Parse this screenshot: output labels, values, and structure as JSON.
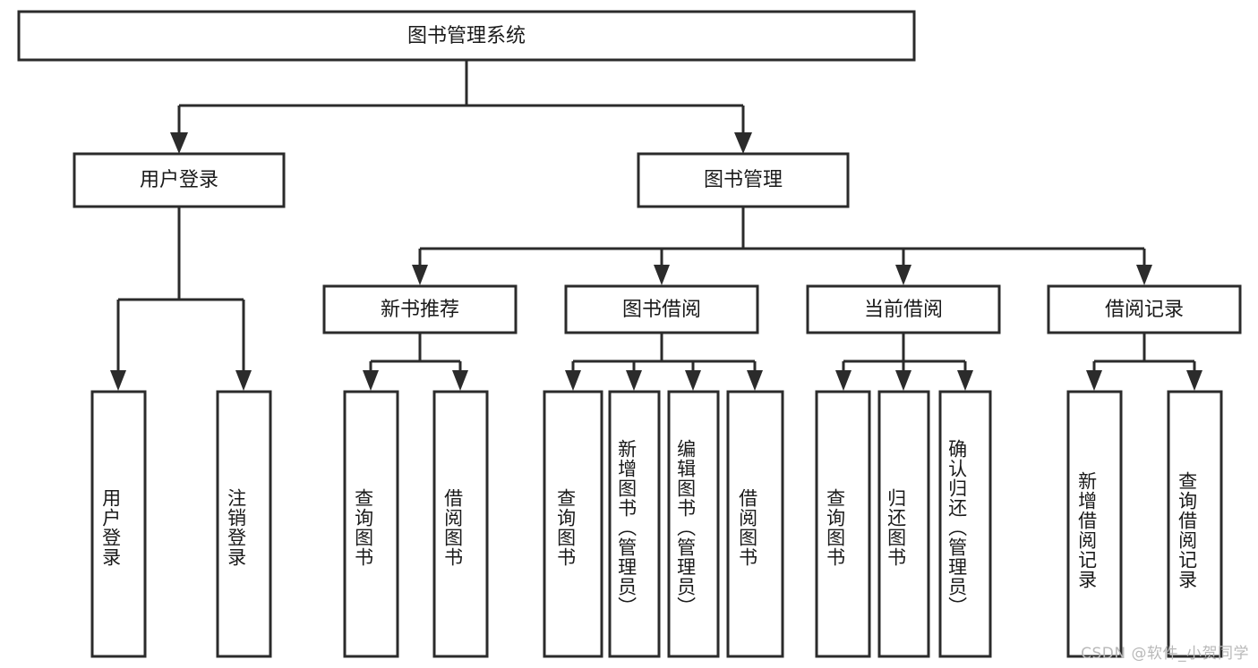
{
  "diagram": {
    "title": "图书管理系统",
    "watermark": "CSDN @软件_小贺同学",
    "colors": {
      "stroke": "#2b2b2b",
      "fill": "#ffffff",
      "text": "#1a1a1a",
      "watermark": "#b9b9b9"
    },
    "root": {
      "label": "图书管理系统"
    },
    "level1": [
      {
        "label": "用户登录"
      },
      {
        "label": "图书管理"
      }
    ],
    "level2": [
      {
        "label": "新书推荐"
      },
      {
        "label": "图书借阅"
      },
      {
        "label": "当前借阅"
      },
      {
        "label": "借阅记录"
      }
    ],
    "leaves": {
      "user_login": [
        {
          "label": "用户登录"
        },
        {
          "label": "注销登录"
        }
      ],
      "new_book": [
        {
          "label": "查询图书"
        },
        {
          "label": "借阅图书"
        }
      ],
      "book_borrow": [
        {
          "label": "查询图书"
        },
        {
          "label": "新增图书（管理员）"
        },
        {
          "label": "编辑图书（管理员）"
        },
        {
          "label": "借阅图书"
        }
      ],
      "current_borrow": [
        {
          "label": "查询图书"
        },
        {
          "label": "归还图书"
        },
        {
          "label": "确认归还（管理员）"
        }
      ],
      "borrow_record": [
        {
          "label": "新增借阅记录"
        },
        {
          "label": "查询借阅记录"
        }
      ]
    }
  },
  "chart_data": {
    "type": "tree-diagram",
    "title": "图书管理系统",
    "nodes": [
      {
        "id": "root",
        "label": "图书管理系统",
        "level": 0,
        "parent": null
      },
      {
        "id": "n1",
        "label": "用户登录",
        "level": 1,
        "parent": "root"
      },
      {
        "id": "n2",
        "label": "图书管理",
        "level": 1,
        "parent": "root"
      },
      {
        "id": "n1a",
        "label": "用户登录",
        "level": 2,
        "parent": "n1"
      },
      {
        "id": "n1b",
        "label": "注销登录",
        "level": 2,
        "parent": "n1"
      },
      {
        "id": "n2a",
        "label": "新书推荐",
        "level": 2,
        "parent": "n2"
      },
      {
        "id": "n2b",
        "label": "图书借阅",
        "level": 2,
        "parent": "n2"
      },
      {
        "id": "n2c",
        "label": "当前借阅",
        "level": 2,
        "parent": "n2"
      },
      {
        "id": "n2d",
        "label": "借阅记录",
        "level": 2,
        "parent": "n2"
      },
      {
        "id": "n2a1",
        "label": "查询图书",
        "level": 3,
        "parent": "n2a"
      },
      {
        "id": "n2a2",
        "label": "借阅图书",
        "level": 3,
        "parent": "n2a"
      },
      {
        "id": "n2b1",
        "label": "查询图书",
        "level": 3,
        "parent": "n2b"
      },
      {
        "id": "n2b2",
        "label": "新增图书（管理员）",
        "level": 3,
        "parent": "n2b"
      },
      {
        "id": "n2b3",
        "label": "编辑图书（管理员）",
        "level": 3,
        "parent": "n2b"
      },
      {
        "id": "n2b4",
        "label": "借阅图书",
        "level": 3,
        "parent": "n2b"
      },
      {
        "id": "n2c1",
        "label": "查询图书",
        "level": 3,
        "parent": "n2c"
      },
      {
        "id": "n2c2",
        "label": "归还图书",
        "level": 3,
        "parent": "n2c"
      },
      {
        "id": "n2c3",
        "label": "确认归还（管理员）",
        "level": 3,
        "parent": "n2c"
      },
      {
        "id": "n2d1",
        "label": "新增借阅记录",
        "level": 3,
        "parent": "n2d"
      },
      {
        "id": "n2d2",
        "label": "查询借阅记录",
        "level": 3,
        "parent": "n2d"
      }
    ],
    "orientation": "top-down",
    "edge_style": "orthogonal-arrow"
  }
}
